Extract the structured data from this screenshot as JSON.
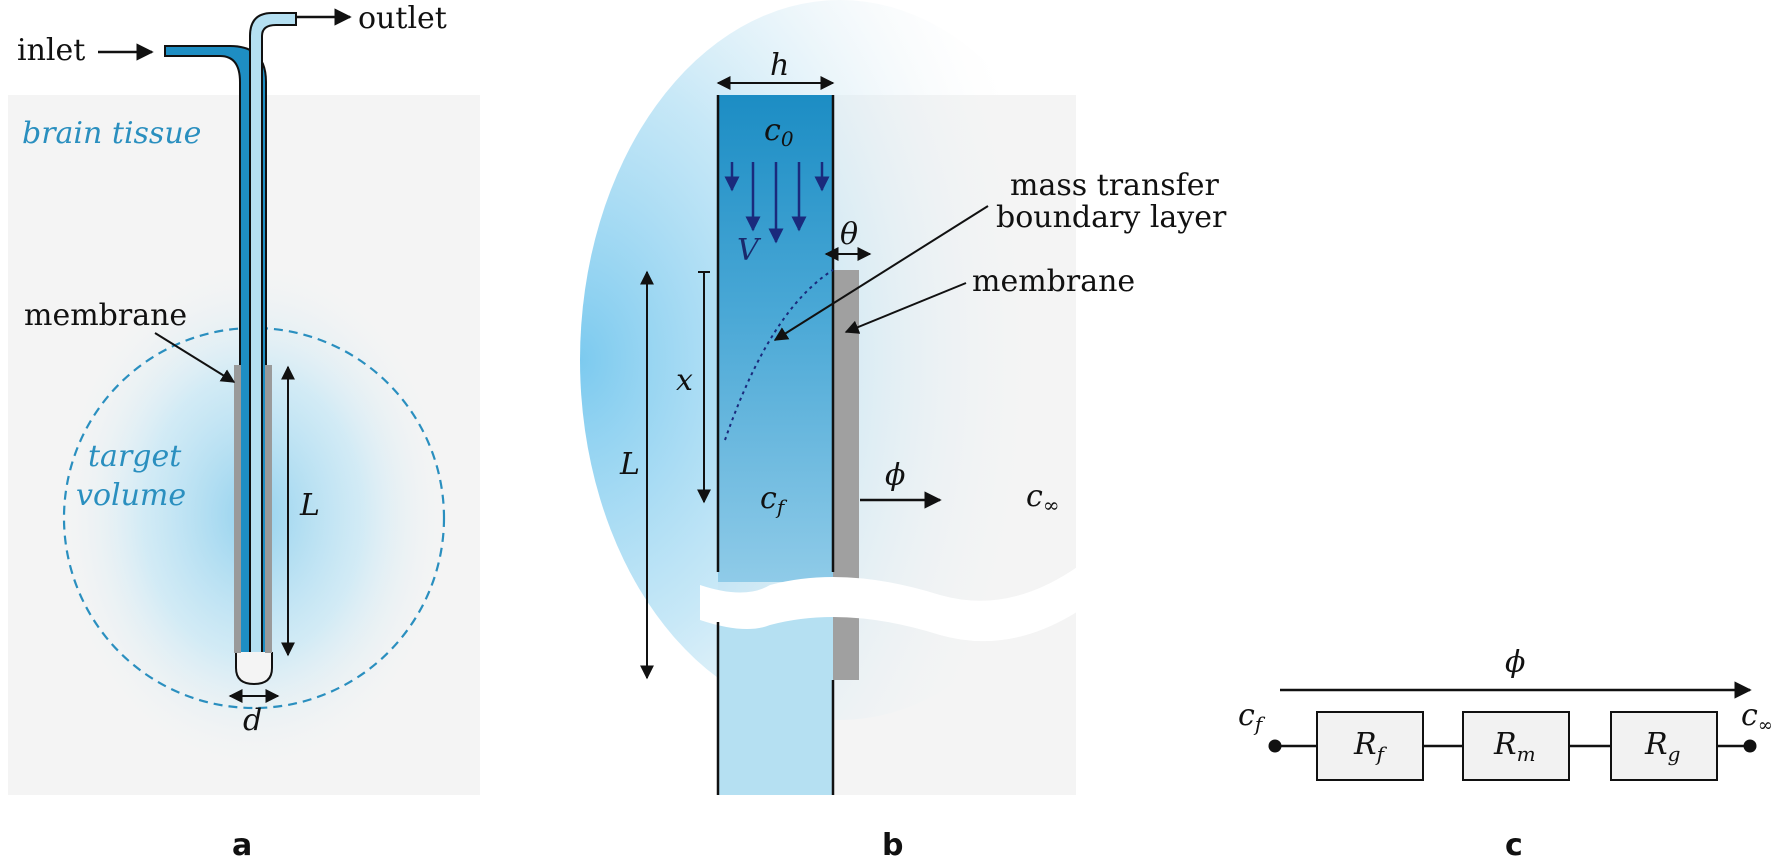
{
  "colors": {
    "tissue": "#f4f4f4",
    "tube_dark": "#1e8ec3",
    "tube_light": "#b5e0f2",
    "membrane": "#a0a0a0",
    "dashed": "#2a8fbf",
    "arrow_blue": "#1a2a7c",
    "box_fill": "#f2f2f2"
  },
  "icons": [
    "arrow-right-icon",
    "double-arrow-icon"
  ],
  "panel_a": {
    "label": "a",
    "inlet": "inlet",
    "outlet": "outlet",
    "brain_tissue": "brain tissue",
    "membrane": "membrane",
    "target_line1": "target",
    "target_line2": "volume",
    "L": "L",
    "d": "d"
  },
  "panel_b": {
    "label": "b",
    "h": "h",
    "c0_base": "c",
    "c0_sub": "0",
    "V": "V",
    "theta": "θ",
    "mass_line1": "mass transfer",
    "mass_line2": "boundary layer",
    "membrane": "membrane",
    "x": "x",
    "L": "L",
    "cf_base": "c",
    "cf_sub": "f",
    "phi": "ϕ",
    "cinf_base": "c",
    "cinf_sub": "∞"
  },
  "panel_c": {
    "label": "c",
    "phi": "ϕ",
    "cf_base": "c",
    "cf_sub": "f",
    "cinf_base": "c",
    "cinf_sub": "∞",
    "resistors": [
      {
        "base": "R",
        "sub": "f"
      },
      {
        "base": "R",
        "sub": "m"
      },
      {
        "base": "R",
        "sub": "g"
      }
    ]
  }
}
